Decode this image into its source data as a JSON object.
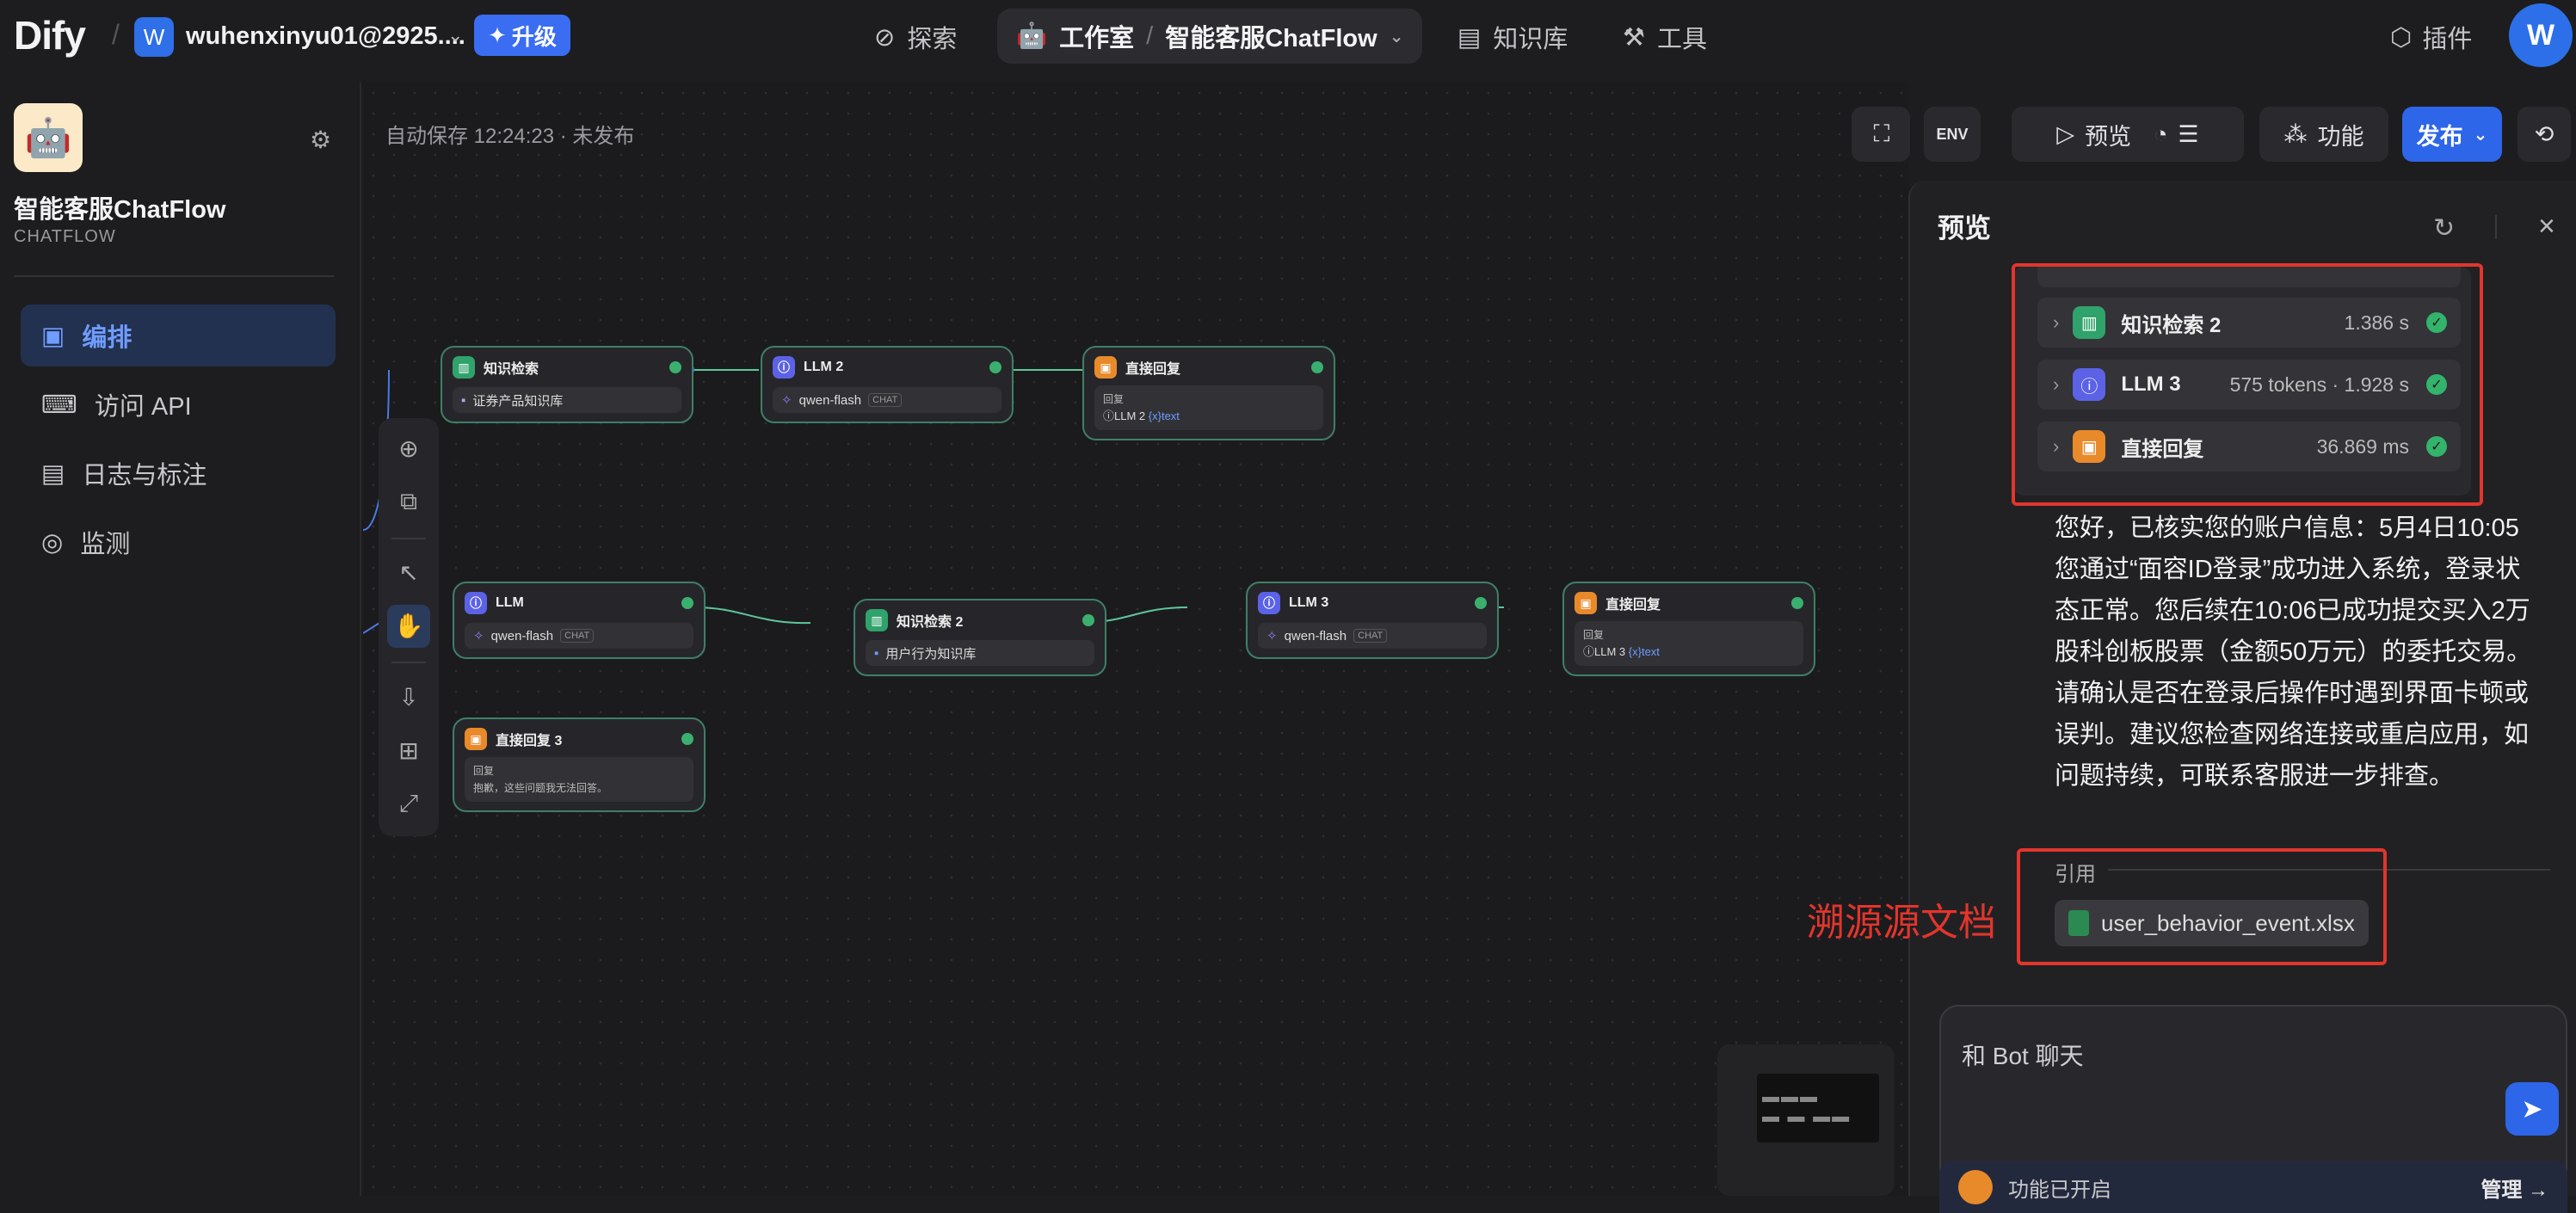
{
  "topbar": {
    "logo": "Dify",
    "workspace_initial": "W",
    "workspace_name": "wuhenxinyu01@2925....",
    "upgrade_label": "升级",
    "nav": {
      "explore": "探索",
      "studio": "工作室",
      "app": "智能客服ChatFlow",
      "knowledge": "知识库",
      "tools": "工具"
    },
    "plugin": "插件",
    "user_initial": "W"
  },
  "sidebar": {
    "app_name": "智能客服ChatFlow",
    "app_type": "CHATFLOW",
    "items": [
      {
        "label": "编排",
        "active": true
      },
      {
        "label": "访问 API"
      },
      {
        "label": "日志与标注"
      },
      {
        "label": "监测"
      }
    ]
  },
  "canvas": {
    "autosave": "自动保存 12:24:23 · 未发布",
    "toolbar": {
      "preview": "预览",
      "features": "功能",
      "publish": "发布",
      "env": "ENV"
    },
    "nodes": {
      "kr1": {
        "title": "知识检索",
        "field": "证券产品知识库"
      },
      "llm2": {
        "title": "LLM 2",
        "model": "qwen-flash",
        "tag": "CHAT"
      },
      "reply1": {
        "title": "直接回复",
        "label": "回复",
        "var_node": "LLM 2",
        "var": "text"
      },
      "llm": {
        "title": "LLM",
        "model": "qwen-flash",
        "tag": "CHAT"
      },
      "kr2": {
        "title": "知识检索 2",
        "field": "用户行为知识库"
      },
      "llm3": {
        "title": "LLM 3",
        "model": "qwen-flash",
        "tag": "CHAT"
      },
      "reply2": {
        "title": "直接回复",
        "label": "回复",
        "var_node": "LLM 3",
        "var": "text"
      },
      "reply3": {
        "title": "直接回复 3",
        "label": "回复",
        "text": "抱歉，这些问题我无法回答。"
      }
    }
  },
  "preview": {
    "title": "预览",
    "trace": [
      {
        "name": "知识检索 2",
        "meta": "1.386 s",
        "color": "#2fa36b"
      },
      {
        "name": "LLM 3",
        "meta": "575 tokens · 1.928 s",
        "color": "#5b62e6"
      },
      {
        "name": "直接回复",
        "meta": "36.869 ms",
        "color": "#e88a2a"
      }
    ],
    "answer": "您好，已核实您的账户信息：5月4日10:05您通过“面容ID登录”成功进入系统，登录状态正常。您后续在10:06已成功提交买入2万股科创板股票（金额50万元）的委托交易。请确认是否在登录后操作时遇到界面卡顿或误判。建议您检查网络连接或重启应用，如问题持续，可联系客服进一步排查。",
    "citation_label": "引用",
    "citation_file": "user_behavior_event.xlsx",
    "annotation": "溯源源文档",
    "input_placeholder": "和 Bot 聊天",
    "feature_text": "功能已开启",
    "manage": "管理 →"
  },
  "colors": {
    "accent": "#2e66e9",
    "highlight": "#e2352c",
    "node_border": "#3f7f67"
  }
}
